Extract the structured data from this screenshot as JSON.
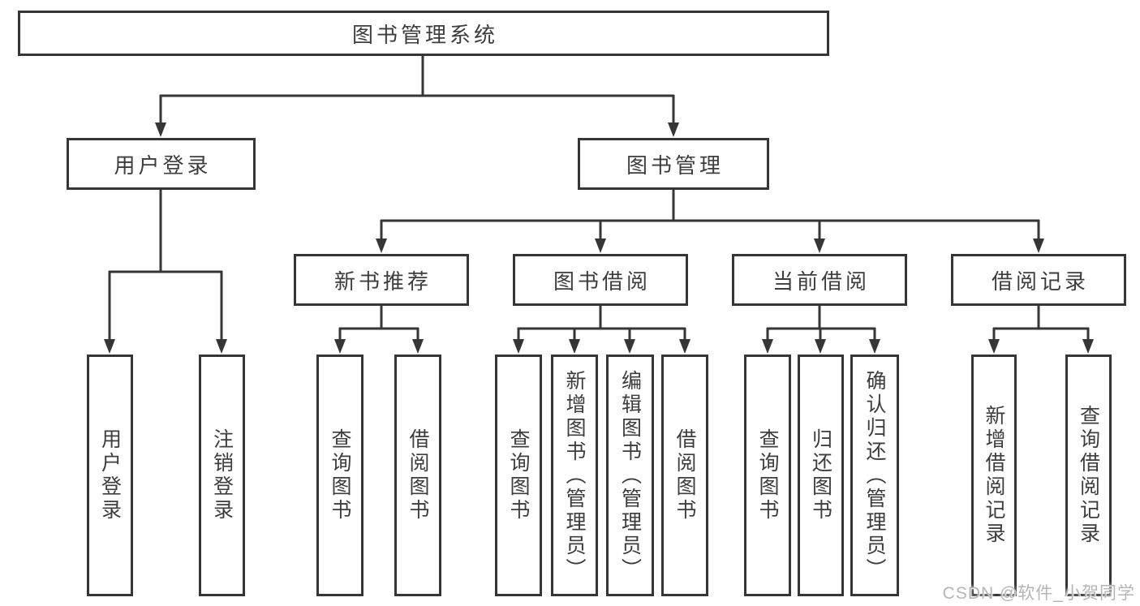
{
  "tree": {
    "label": "图书管理系统",
    "children": [
      {
        "label": "用户登录",
        "children": [
          {
            "label": "用户登录"
          },
          {
            "label": "注销登录"
          }
        ]
      },
      {
        "label": "图书管理",
        "children": [
          {
            "label": "新书推荐",
            "children": [
              {
                "label": "查询图书"
              },
              {
                "label": "借阅图书"
              }
            ]
          },
          {
            "label": "图书借阅",
            "children": [
              {
                "label": "查询图书"
              },
              {
                "label": "新增图书（管理员）"
              },
              {
                "label": "编辑图书（管理员）"
              },
              {
                "label": "借阅图书"
              }
            ]
          },
          {
            "label": "当前借阅",
            "children": [
              {
                "label": "查询图书"
              },
              {
                "label": "归还图书"
              },
              {
                "label": "确认归还（管理员）"
              }
            ]
          },
          {
            "label": "借阅记录",
            "children": [
              {
                "label": "新增借阅记录"
              },
              {
                "label": "查询借阅记录"
              }
            ]
          }
        ]
      }
    ]
  },
  "watermark": {
    "text": "CSDN @软件_小贺同学"
  },
  "colors": {
    "line": "#363636",
    "box_border": "#363636",
    "text": "#3d3d3d",
    "watermark": "#b5b5b5",
    "background": "#ffffff"
  }
}
